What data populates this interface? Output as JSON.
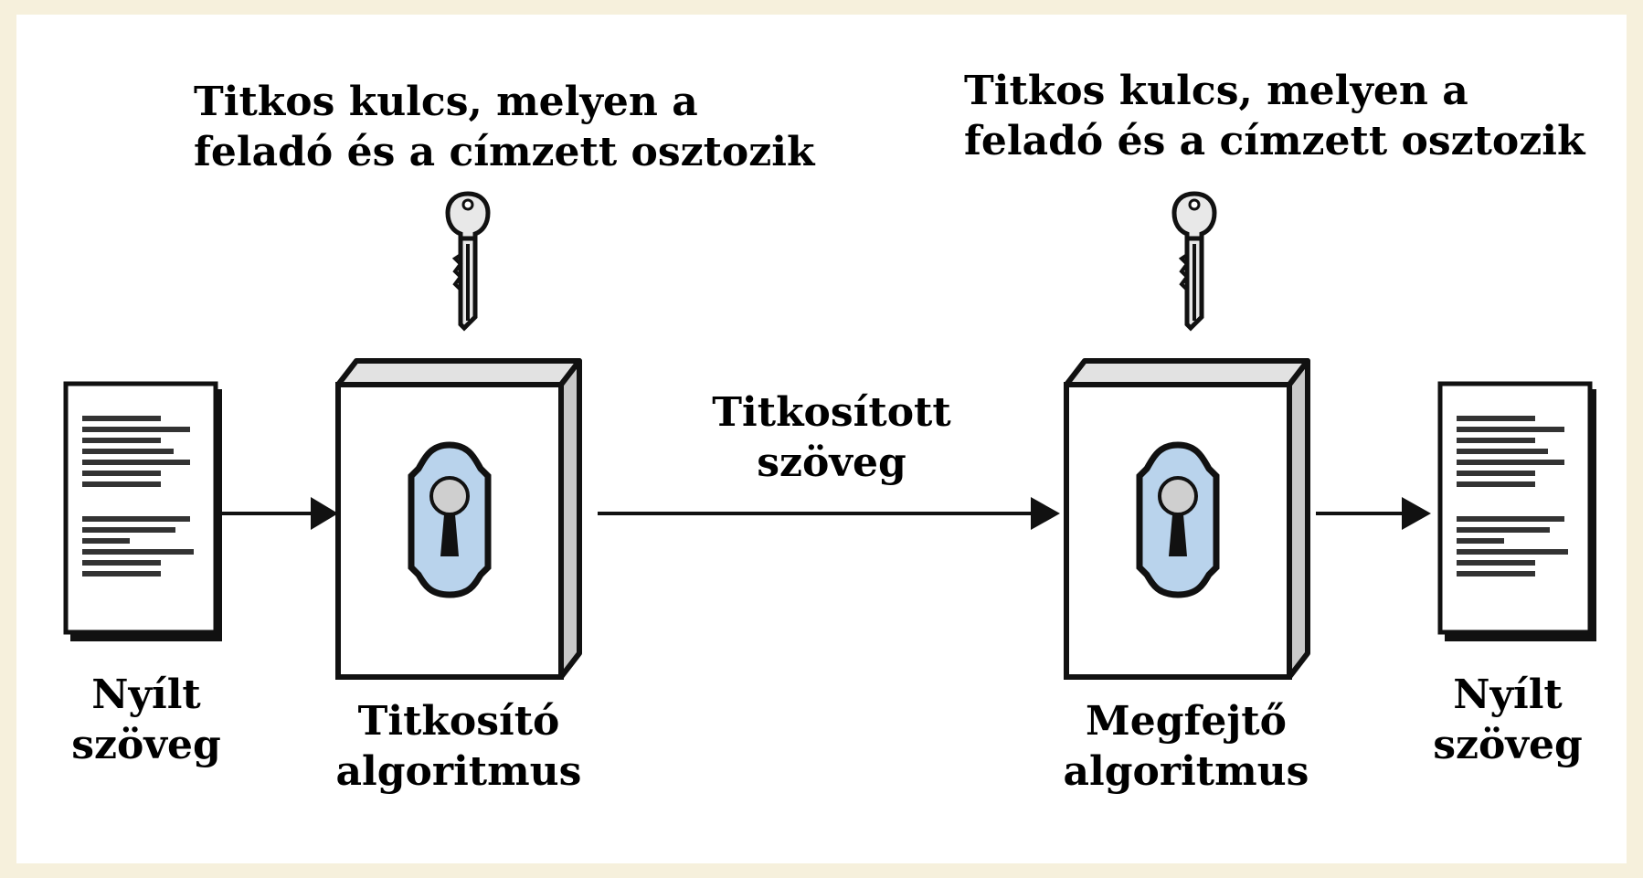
{
  "colors": {
    "background": "#f6f0dc",
    "panel": "#ffffff",
    "lock_plate": "#b9d3ec",
    "box_side": "#c9c9c9",
    "key": "#e8e8e8"
  },
  "key_labels": {
    "left": {
      "line1": "Titkos kulcs, melyen a",
      "line2": "feladó és a címzett osztozik"
    },
    "right": {
      "line1": "Titkos kulcs, melyen a",
      "line2": "feladó és a címzett osztozik"
    }
  },
  "ciphertext": {
    "line1": "Titkosított",
    "line2": "szöveg"
  },
  "plaintext_in": {
    "line1": "Nyílt",
    "line2": "szöveg"
  },
  "plaintext_out": {
    "line1": "Nyílt",
    "line2": "szöveg"
  },
  "encrypt_box": {
    "line1": "Titkosító",
    "line2": "algoritmus"
  },
  "decrypt_box": {
    "line1": "Megfejtő",
    "line2": "algoritmus"
  },
  "icons": {
    "key": "key-icon",
    "lock": "keyhole-lock-icon",
    "document": "text-document-icon",
    "box": "cipher-box-icon"
  }
}
